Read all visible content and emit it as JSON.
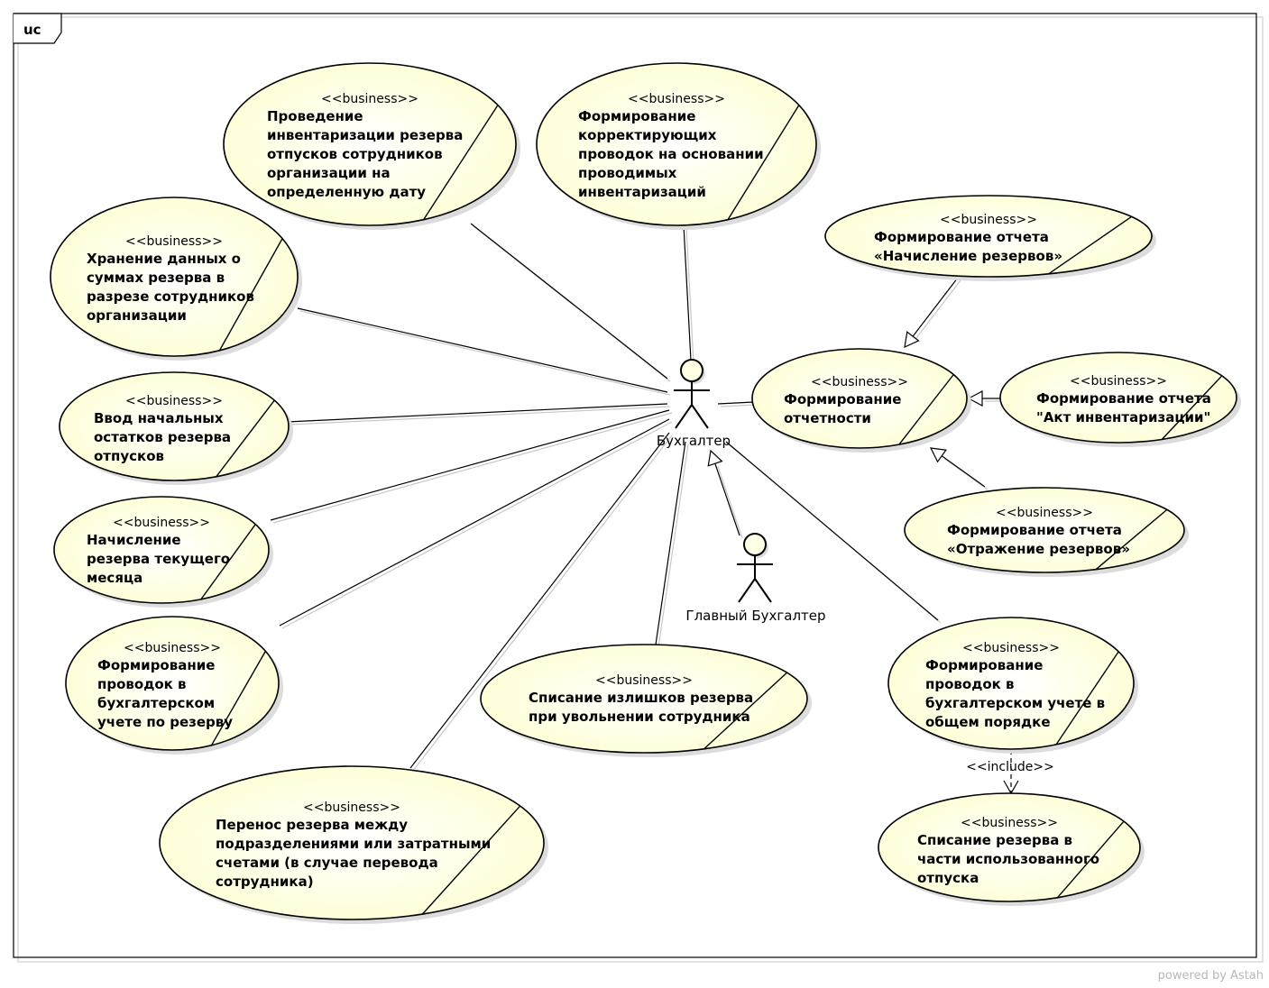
{
  "frame": {
    "label": "uc"
  },
  "stereotype": "<<business>>",
  "include_label": "<<include>>",
  "footer": "powered by Astah",
  "colors": {
    "usecase_fill": "#ffffd2",
    "usecase_stroke": "#000000",
    "shadow": "#dcdcdc",
    "footer": "#b8b8b8"
  },
  "actors": [
    {
      "id": "accountant",
      "name": "Бухгалтер"
    },
    {
      "id": "chief",
      "name": "Главный Бухгалтер"
    }
  ],
  "usecases": [
    {
      "id": "uc1",
      "lines": [
        "Проведение",
        "инвентаризации резерва",
        "отпусков сотрудников",
        "организации на",
        "определенную дату"
      ]
    },
    {
      "id": "uc2",
      "lines": [
        "Формирование",
        "корректирующих",
        "проводок на основании",
        "проводимых",
        "инвентаризаций"
      ]
    },
    {
      "id": "uc3",
      "lines": [
        "Хранение данных о",
        "суммах резерва в",
        "разрезе сотрудников",
        "организации"
      ]
    },
    {
      "id": "uc4",
      "lines": [
        "Ввод начальных",
        "остатков резерва",
        "отпусков"
      ]
    },
    {
      "id": "uc5",
      "lines": [
        "Начисление",
        "резерва текущего",
        "месяца"
      ]
    },
    {
      "id": "uc6",
      "lines": [
        "Формирование",
        "проводок в",
        "бухгалтерском",
        "учете по резерву"
      ]
    },
    {
      "id": "uc7",
      "lines": [
        "Перенос резерва между",
        "подразделениями или затратными",
        "счетами (в случае перевода",
        "сотрудника)"
      ]
    },
    {
      "id": "uc8",
      "lines": [
        "Списание излишков резерва",
        "при увольнении сотрудника"
      ]
    },
    {
      "id": "uc9",
      "lines": [
        "Формирование",
        "отчетности"
      ]
    },
    {
      "id": "uc10",
      "lines": [
        "Формирование отчета",
        "«Начисление резервов»"
      ]
    },
    {
      "id": "uc11",
      "lines": [
        "Формирование отчета",
        "\"Акт инвентаризации\""
      ]
    },
    {
      "id": "uc12",
      "lines": [
        "Формирование отчета",
        "«Отражение резервов»"
      ]
    },
    {
      "id": "uc13",
      "lines": [
        "Формирование",
        "проводок в",
        "бухгалтерском учете в",
        "общем порядке"
      ]
    },
    {
      "id": "uc14",
      "lines": [
        "Списание резерва в",
        "части использованного",
        "отпуска"
      ]
    }
  ]
}
